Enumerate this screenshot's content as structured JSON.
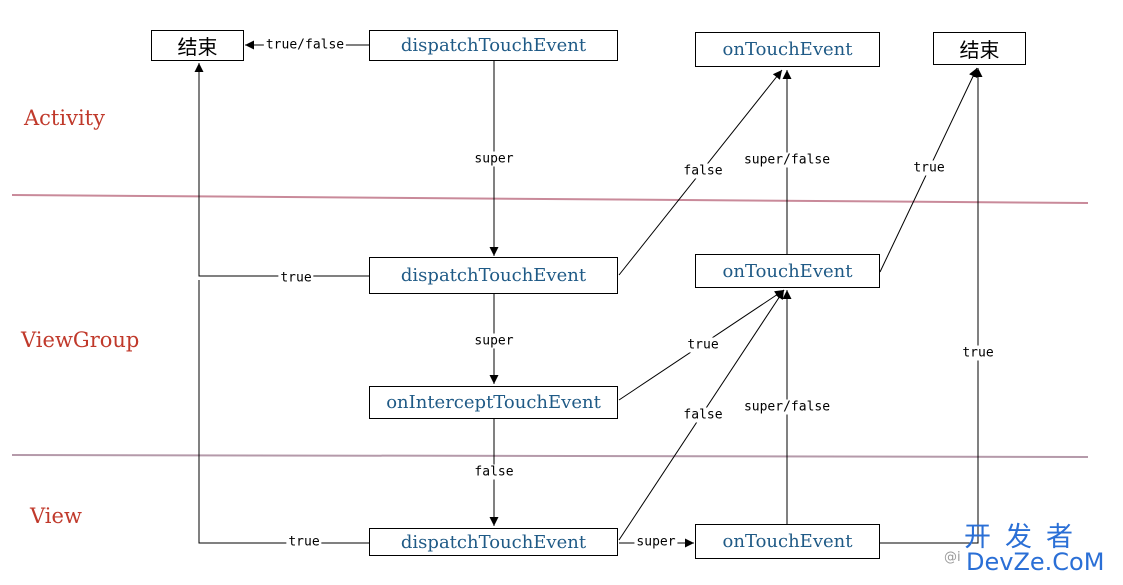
{
  "layers": {
    "activity": "Activity",
    "viewgroup": "ViewGroup",
    "view": "View"
  },
  "nodes": {
    "end_left": "结束",
    "activity_dispatch": "dispatchTouchEvent",
    "activity_ontouch": "onTouchEvent",
    "end_right": "结束",
    "vg_dispatch": "dispatchTouchEvent",
    "vg_ontouch": "onTouchEvent",
    "vg_intercept": "onInterceptTouchEvent",
    "view_dispatch": "dispatchTouchEvent",
    "view_ontouch": "onTouchEvent"
  },
  "edges": {
    "act_dispatch_to_end": "true/false",
    "act_dispatch_super": "super",
    "vg_dispatch_false": "false",
    "vg_ontouch_super_false": "super/false",
    "vg_ontouch_true": "true",
    "vg_dispatch_true": "true",
    "vg_dispatch_super": "super",
    "intercept_true": "true",
    "intercept_false": "false",
    "view_dispatch_false": "false",
    "view_ontouch_super_false": "super/false",
    "view_ontouch_true": "true",
    "view_dispatch_true": "true",
    "view_dispatch_super": "super"
  },
  "watermark": {
    "cn": "开发者",
    "brand": "DevZe.CoM",
    "at": "@i"
  },
  "colors": {
    "node_text": "#1f5a86",
    "layer_text": "#c0392b",
    "separator": "#c98a9a",
    "watermark": "#2a6fd6"
  }
}
